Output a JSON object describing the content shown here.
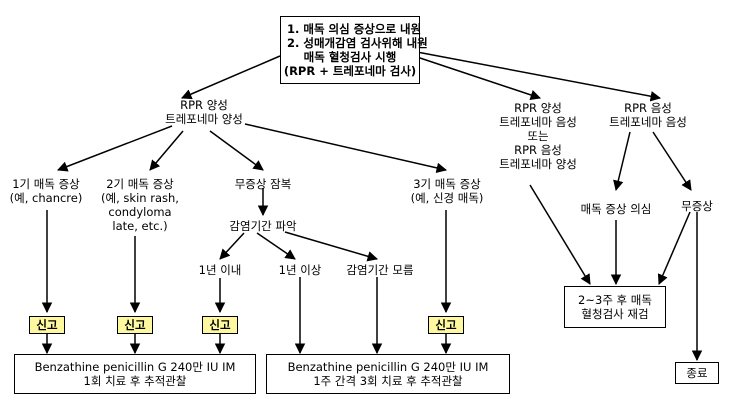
{
  "top_box": {
    "lines": [
      "1.  매독 의심 증상으로 내원",
      "2.  성매개감염 검사위해 내원",
      "매독 혈청검사 시행",
      "(RPR + 트레포네마 검사)"
    ]
  },
  "nodes": {
    "rpr_pos": [
      "RPR 양성",
      "트레포네마 양성"
    ],
    "discordant": [
      "RPR 양성",
      "트레포네마 음성",
      "또는",
      "RPR 음성",
      "트레포네마 양성"
    ],
    "rpr_neg": [
      "RPR 음성",
      "트레포네마 음성"
    ],
    "primary": [
      "1기 매독 증상",
      "(예, chancre)"
    ],
    "secondary": [
      "2기 매독 증상",
      "(예, skin rash,",
      "condyloma",
      "late, etc.)"
    ],
    "latent": [
      "무증상 잠복"
    ],
    "tertiary": [
      "3기 매독 증상",
      "(예, 신경 매독)"
    ],
    "infection_period": [
      "감염기간 파악"
    ],
    "within_1y": [
      "1년 이내"
    ],
    "over_1y": [
      "1년 이상"
    ],
    "unknown_period": [
      "감염기간 모름"
    ],
    "suspect": [
      "매독 증상 의심"
    ],
    "asymptomatic": [
      "무증상"
    ]
  },
  "report_label": "신고",
  "treat_left": [
    "Benzathine penicillin G 240만 IU IM",
    "1회 치료 후 추적관찰"
  ],
  "treat_right": [
    "Benzathine penicillin G 240만 IU IM",
    "1주 간격 3회 치료 후 추적관찰"
  ],
  "retest": [
    "2~3주 후 매독",
    "혈청검사 재검"
  ],
  "end": "종료"
}
